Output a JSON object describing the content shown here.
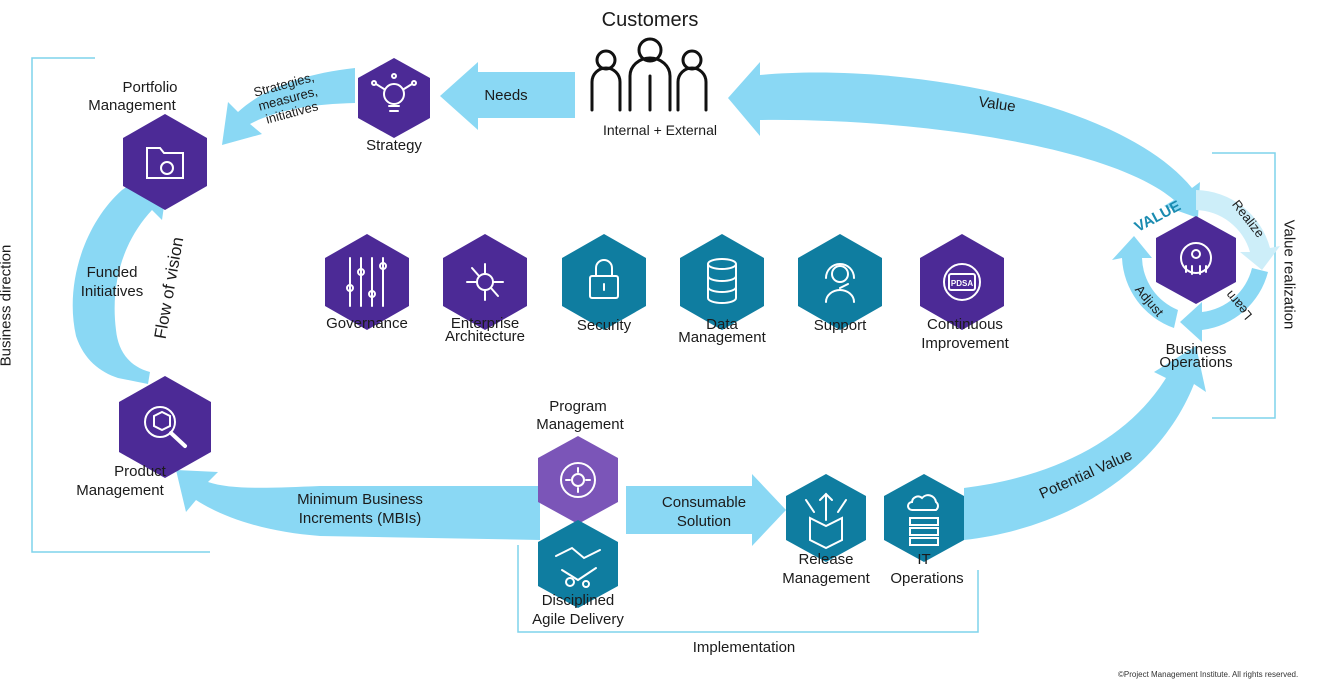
{
  "colors": {
    "arrow": "#8ad8f4",
    "arrow_light": "#cdeef9",
    "purple": "#4c2a96",
    "purple_light": "#7b55b8",
    "teal": "#0f7da0",
    "frame": "#7fd3ec"
  },
  "customers": {
    "title": "Customers",
    "subtitle": "Internal + External",
    "icon": "people-group-icon"
  },
  "flow_labels": {
    "needs": "Needs",
    "value": "Value",
    "strategies": [
      "Strategies,",
      "measures,",
      "initiatives"
    ],
    "funded": [
      "Funded",
      "Initiatives"
    ],
    "flow_of_vision": "Flow of vision",
    "mbis": [
      "Minimum Business",
      "Increments (MBIs)"
    ],
    "consumable": [
      "Consumable",
      "Solution"
    ],
    "potential_value": "Potential Value",
    "value_cycle": "VALUE",
    "realize": "Realize",
    "learn": "Learn",
    "adjust": "Adjust"
  },
  "nodes": {
    "strategy": {
      "label": "Strategy",
      "icon": "lightbulb-network-icon"
    },
    "portfolio": {
      "label": [
        "Portfolio",
        "Management"
      ],
      "icon": "folder-gear-icon"
    },
    "product": {
      "label": [
        "Product",
        "Management"
      ],
      "icon": "box-magnifier-icon"
    },
    "program": {
      "label": [
        "Program",
        "Management"
      ],
      "icon": "gear-cycle-icon"
    },
    "dad": {
      "label": [
        "Disciplined",
        "Agile Delivery"
      ],
      "icon": "handshake-gears-icon"
    },
    "release": {
      "label": [
        "Release",
        "Management"
      ],
      "icon": "box-arrows-icon"
    },
    "it_ops": {
      "label": [
        "IT",
        "Operations"
      ],
      "icon": "cloud-servers-icon"
    },
    "business_ops": {
      "label": [
        "Business",
        "Operations"
      ],
      "icon": "gear-team-icon"
    }
  },
  "capabilities": [
    {
      "label": [
        "Governance"
      ],
      "icon": "sliders-icon",
      "color": "purple"
    },
    {
      "label": [
        "Enterprise",
        "Architecture"
      ],
      "icon": "circuit-icon",
      "color": "purple"
    },
    {
      "label": [
        "Security"
      ],
      "icon": "padlock-icon",
      "color": "teal"
    },
    {
      "label": [
        "Data",
        "Management"
      ],
      "icon": "database-icon",
      "color": "teal"
    },
    {
      "label": [
        "Support"
      ],
      "icon": "headset-icon",
      "color": "teal"
    },
    {
      "label": [
        "Continuous",
        "Improvement"
      ],
      "icon": "pdsa-cycle-icon",
      "color": "purple",
      "badge": "PDSA"
    }
  ],
  "frames": {
    "business_direction": "Business direction",
    "value_realization": "Value realization",
    "implementation": "Implementation"
  },
  "copyright": "©Project Management Institute. All rights reserved."
}
